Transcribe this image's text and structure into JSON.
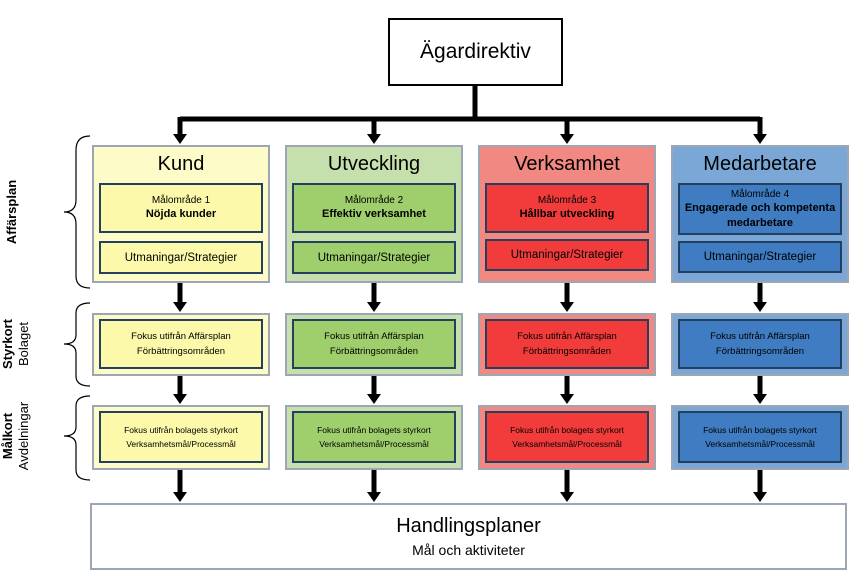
{
  "top": {
    "title": "Ägardirektiv"
  },
  "columns": [
    {
      "title": "Kund",
      "mal_number": "Målområde 1",
      "mal_name": "Nöjda kunder",
      "strategies": "Utmaningar/Strategier",
      "bolag_line1": "Fokus utifrån Affärsplan",
      "bolag_line2": "Förbättringsområden",
      "avd_line1": "Fokus utifrån  bolagets styrkort",
      "avd_line2": "Verksamhetsmål/Processmål",
      "colors": {
        "outer": "#fdfbc8",
        "inner": "#fcfaaa"
      }
    },
    {
      "title": "Utveckling",
      "mal_number": "Målområde 2",
      "mal_name": "Effektiv verksamhet",
      "strategies": "Utmaningar/Strategier",
      "bolag_line1": "Fokus utifrån Affärsplan",
      "bolag_line2": "Förbättringsområden",
      "avd_line1": "Fokus utifrån  bolagets styrkort",
      "avd_line2": "Verksamhetsmål/Processmål",
      "colors": {
        "outer": "#c6e0ad",
        "inner": "#9fcf6c"
      }
    },
    {
      "title": "Verksamhet",
      "mal_number": "Målområde 3",
      "mal_name": "Hållbar utveckling",
      "strategies": "Utmaningar/Strategier",
      "bolag_line1": "Fokus utifrån Affärsplan",
      "bolag_line2": "Förbättringsområden",
      "avd_line1": "Fokus utifrån  bolagets styrkort",
      "avd_line2": "Verksamhetsmål/Processmål",
      "colors": {
        "outer": "#f28882",
        "inner": "#f23c3c"
      }
    },
    {
      "title": "Medarbetare",
      "mal_number": "Målområde 4",
      "mal_name": "Engagerade och kompetenta medarbetare",
      "strategies": "Utmaningar/Strategier",
      "bolag_line1": "Fokus utifrån Affärsplan",
      "bolag_line2": "Förbättringsområden",
      "avd_line1": "Fokus utifrån  bolagets styrkort",
      "avd_line2": "Verksamhetsmål/Processmål",
      "colors": {
        "outer": "#7ba7d7",
        "inner": "#3f7cc2"
      }
    }
  ],
  "side": {
    "affarsplan": "Affärsplan",
    "styrkort": "Styrkort",
    "bolaget": "Bolaget",
    "malkort": "Målkort",
    "avdelningar": "Avdelningar"
  },
  "bottom": {
    "title": "Handlingsplaner",
    "subtitle": "Mål och aktiviteter"
  }
}
